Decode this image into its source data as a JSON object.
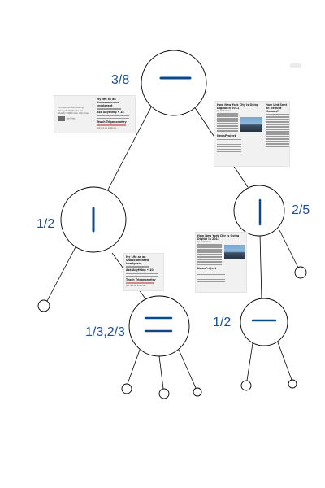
{
  "colors": {
    "line": "#000000",
    "accent": "#0a4a8c",
    "label": "#1f4e8c"
  },
  "ratios": {
    "root": "3/8",
    "left": "1/2",
    "right": "2/5",
    "left_child": "1/3,2/3",
    "right_child": "1/2"
  },
  "thumb_a": {
    "quote": "\"You will, all the existing Disney Parks thunks are already $9000 due. Also free.",
    "author": "Jim Riley",
    "h1": "My life as an Undocumented Immigrant",
    "h2": "Ask Anything • 18",
    "h3": "Teach Trigonometry",
    "footer": "Just link an external ..."
  },
  "thumb_b": {
    "h1": "My Life as an Undocumented Immigrant",
    "h2": "Ask Anything • 10",
    "h3": "Teach Trigonometry",
    "footer": "Just link an external..."
  },
  "thumb_c": {
    "title1": "How New York City Is Going Digital in 2011",
    "title2": "How Lint Sent on Debuut Mouses?",
    "section": "NewsProject",
    "byline": "by Kristi Shaw"
  },
  "thumb_d": {
    "title1": "How New York City Is Going Digital in 2011",
    "section": "NewsProject",
    "byline": "by Kristi Shaw"
  }
}
